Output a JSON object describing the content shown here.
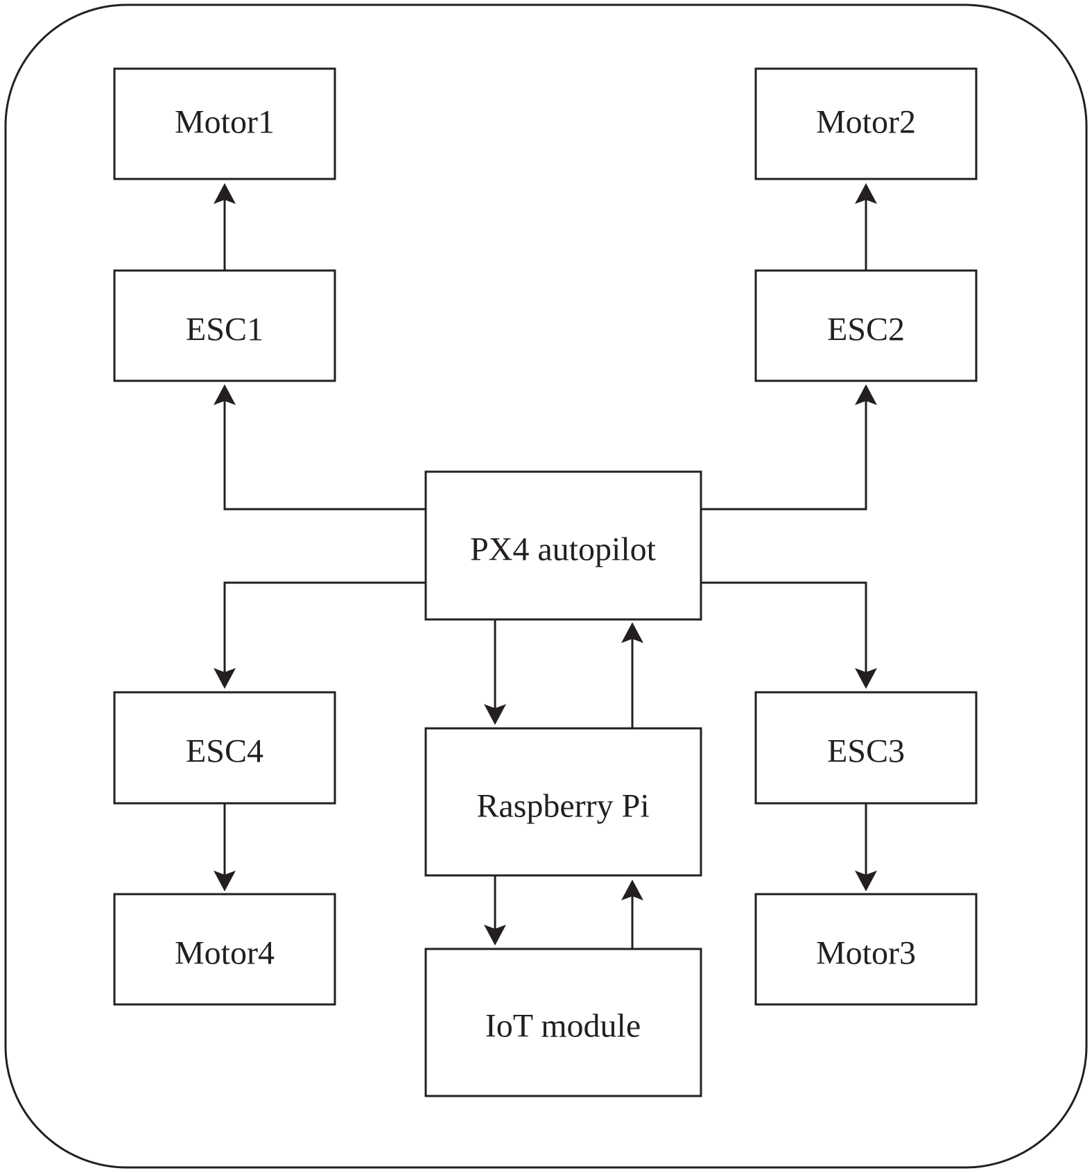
{
  "nodes": {
    "motor1": "Motor1",
    "motor2": "Motor2",
    "esc1": "ESC1",
    "esc2": "ESC2",
    "px4": "PX4 autopilot",
    "esc4": "ESC4",
    "esc3": "ESC3",
    "raspberry_pi": "Raspberry Pi",
    "motor4": "Motor4",
    "motor3": "Motor3",
    "iot": "IoT module"
  },
  "edges": [
    {
      "from": "esc1",
      "to": "motor1"
    },
    {
      "from": "esc2",
      "to": "motor2"
    },
    {
      "from": "px4",
      "to": "esc1"
    },
    {
      "from": "px4",
      "to": "esc2"
    },
    {
      "from": "px4",
      "to": "esc4"
    },
    {
      "from": "px4",
      "to": "esc3"
    },
    {
      "from": "px4",
      "to": "raspberry_pi"
    },
    {
      "from": "raspberry_pi",
      "to": "px4"
    },
    {
      "from": "esc4",
      "to": "motor4"
    },
    {
      "from": "esc3",
      "to": "motor3"
    },
    {
      "from": "raspberry_pi",
      "to": "iot"
    },
    {
      "from": "iot",
      "to": "raspberry_pi"
    }
  ],
  "colors": {
    "stroke": "#231f20",
    "background": "#ffffff"
  }
}
